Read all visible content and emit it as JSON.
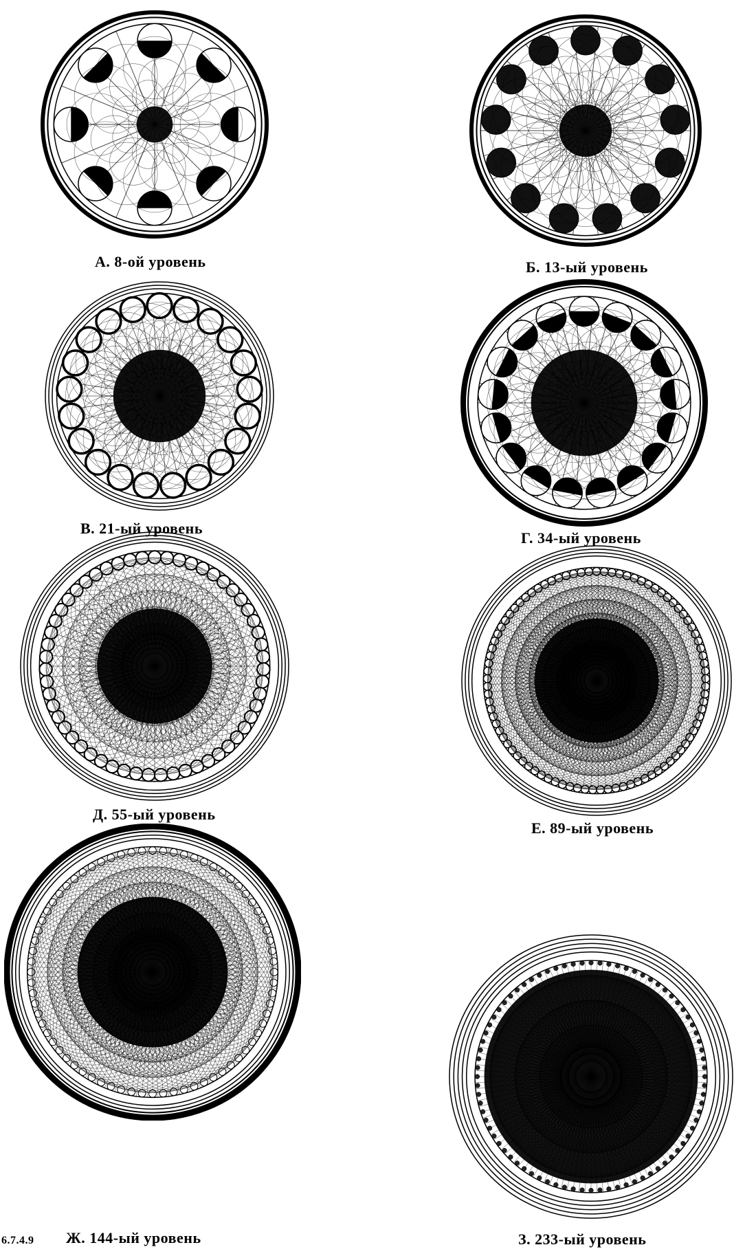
{
  "top_mark": "",
  "figures": [
    {
      "id": "A",
      "label": "А. 8-ой уровень",
      "level": 8
    },
    {
      "id": "B",
      "label": "Б. 13-ый уровень",
      "level": 13
    },
    {
      "id": "V",
      "label": "В. 21-ый уровень",
      "level": 21
    },
    {
      "id": "G",
      "label": "Г. 34-ый уровень",
      "level": 34
    },
    {
      "id": "D",
      "label": "Д. 55-ый уровень",
      "level": 55
    },
    {
      "id": "E",
      "label": "Е. 89-ый уровень",
      "level": 89
    },
    {
      "id": "Zh",
      "label": "Ж. 144-ый уровень",
      "level": 144
    },
    {
      "id": "Z",
      "label": "З. 233-ый уровень",
      "level": 233
    }
  ],
  "bottom_left_fragment": "6.7.4.9"
}
